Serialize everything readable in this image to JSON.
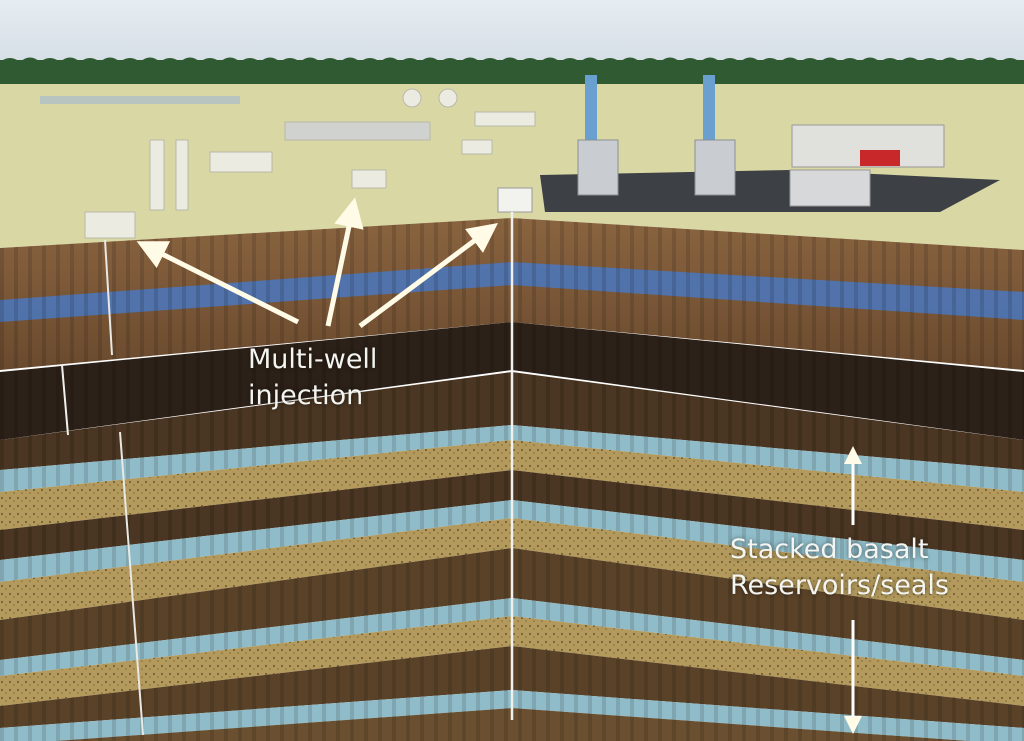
{
  "labels": {
    "injection": [
      "Multi-well",
      "injection"
    ],
    "reservoirs": [
      "Stacked basalt",
      "Reservoirs/seals"
    ]
  },
  "colors": {
    "sky": "#dfe8ee",
    "trees": "#2f5a32",
    "ground": "#d9d8a4",
    "soil": "#7a5838",
    "aquifer": "#4d76b8",
    "basalt_dark": "#4a3622",
    "sand": "#b39a5c",
    "water": "#8fbcc8"
  }
}
